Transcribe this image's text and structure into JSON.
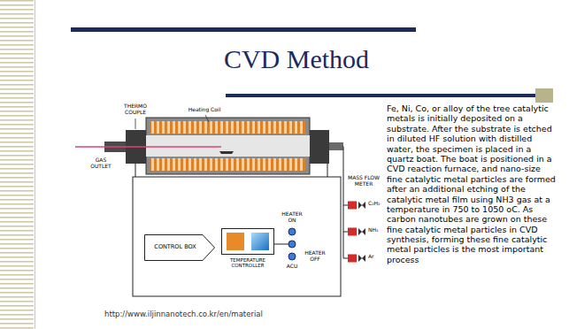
{
  "diagram": {
    "title": "CVD Method",
    "nodes": [
      {
        "text": [
          "CONTROL BOX"
        ]
      },
      {
        "text": [
          "TEMPERATURE CONTROLLER"
        ]
      }
    ],
    "labels": [
      "THERMO COUPLE",
      "Heating Coil",
      "GAS OUTLET",
      "HEATER ON",
      "MASS FLOW METER",
      "C₂H₂",
      "NH₃",
      "Ar",
      "ACU",
      "HEATER OFF",
      "Fe, Ni, Co, or alloy of the tree catalytic metals is initially deposited on a substrate. After the substrate is etched in diluted HF solution with distilled water, the specimen is placed in a quartz boat. The boat is positioned in a CVD reaction furnace, and nano-size fine catalytic metal particles are formed after an additional etching of the catalytic metal film using NH3 gas at a temperature in 750 to 1050 oC. As carbon nanotubes are grown on these fine catalytic metal particles in CVD synthesis, forming these fine catalytic metal particles is the most important process",
      "http://www.iljinnanotech.co.kr/en/material"
    ]
  }
}
